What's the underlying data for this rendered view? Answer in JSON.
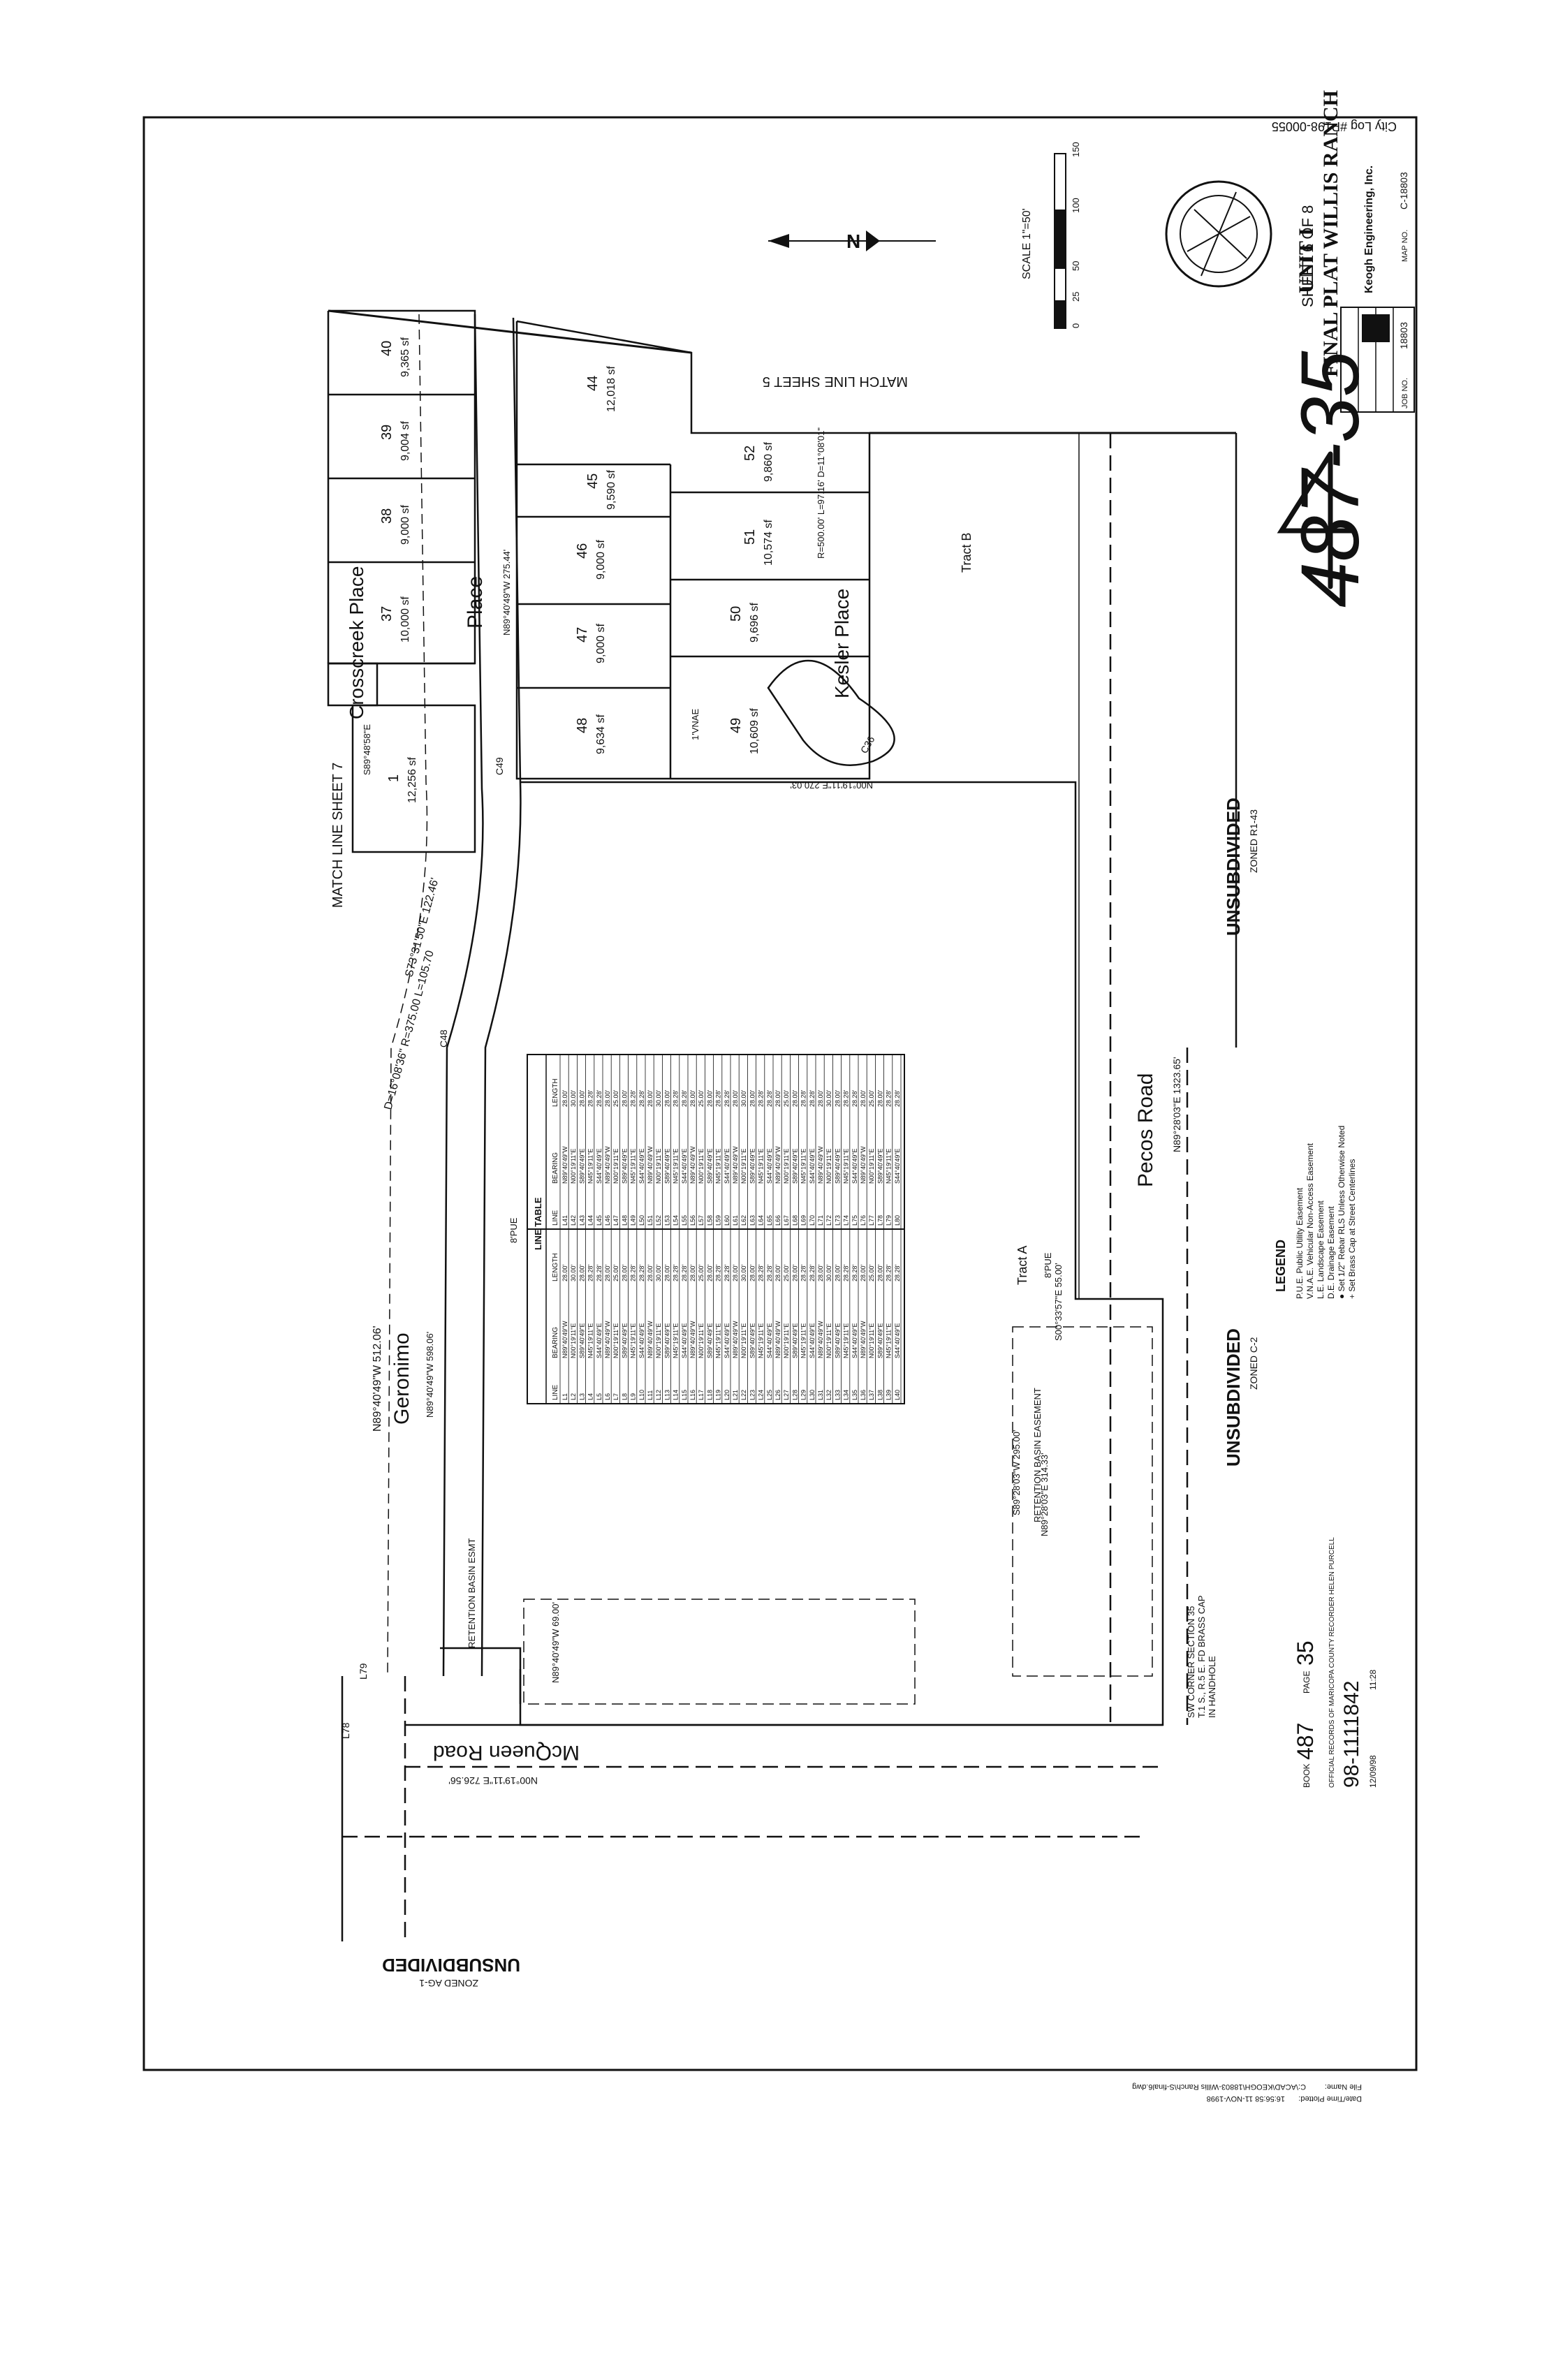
{
  "header": {
    "city_log": "City Log #P198-00055",
    "sheet_no": "SHEET 6 OF 8",
    "title": "FINAL PLAT WILLIS RANCH",
    "unit": "UNIT I",
    "firm": "Keogh Engineering, Inc.",
    "job_no_label": "JOB NO.",
    "job_no": "18803",
    "map_no_label": "MAP NO.",
    "map_no": "C-18803"
  },
  "scale": {
    "label": "SCALE 1\"=50'",
    "ticks": [
      "0",
      "25",
      "50",
      "100",
      "150"
    ],
    "north": "N"
  },
  "handwritten_book_page": "487-35",
  "streets": {
    "geronimo": "Geronimo",
    "geronimo_place": "Place",
    "crosscreek_place": "Crosscreek Place",
    "kesler_place": "Kesler Place",
    "pecos_road": "Pecos Road",
    "mcqueen_road": "McQueen Road"
  },
  "match_lines": {
    "sheet7": "MATCH LINE SHEET 7",
    "sheet5": "MATCH LINE SHEET 5"
  },
  "tracts": {
    "a": "Tract A",
    "b": "Tract B"
  },
  "zoning": [
    {
      "label": "UNSUBDIVIDED",
      "zone": "ZONED R1-43"
    },
    {
      "label": "UNSUBDIVIDED",
      "zone": "ZONED C-2"
    },
    {
      "label": "UNSUBDIVIDED",
      "zone": "ZONED AG-1"
    }
  ],
  "lots": [
    {
      "no": "1",
      "area": "12,256 sf"
    },
    {
      "no": "37",
      "area": "10,000 sf"
    },
    {
      "no": "38",
      "area": "9,000 sf"
    },
    {
      "no": "39",
      "area": "9,004 sf"
    },
    {
      "no": "40",
      "area": "9,365 sf"
    },
    {
      "no": "44",
      "area": "12,018 sf"
    },
    {
      "no": "45",
      "area": "9,590 sf"
    },
    {
      "no": "46",
      "area": "9,000 sf"
    },
    {
      "no": "47",
      "area": "9,000 sf"
    },
    {
      "no": "48",
      "area": "9,634 sf"
    },
    {
      "no": "49",
      "area": "10,609 sf"
    },
    {
      "no": "50",
      "area": "9,696 sf"
    },
    {
      "no": "51",
      "area": "10,574 sf"
    },
    {
      "no": "52",
      "area": "9,860 sf"
    }
  ],
  "bearings": {
    "geronimo_north": "N89°40'49\"W 512.06'",
    "geronimo_south": "N89°40'49\"W 598.06'",
    "place_line": "N89°40'49\"W 275.44'",
    "curve_geronimo": "D=16°08'36\" R=375.00 L=105.70",
    "tangent": "S73°31'50\"E 122.46'",
    "pecos": "N89°28'03\"E 1323.65'",
    "mcqueen": "N00°19'11\"E 726.56'",
    "lot_1": "S89°48'58\"E",
    "retention_1": "N89°28'03\"E 314.33'",
    "retention_2": "S89°28'03\"W 295.00'",
    "retention_3": "S00°33'57\"E 55.00'",
    "retention_4": "N89°40'49\"W 69.00'",
    "east_line": "N00°19'11\"E 270.03'",
    "kesler_curve": "R=500.00' L=97.16' D=11°08'01\""
  },
  "easements": {
    "retention_basin": "RETENTION BASIN EASEMENT",
    "retention_basin_esmt": "RETENTION BASIN ESMT",
    "pue": "8'PUE",
    "vnae": "1'VNAE"
  },
  "line_table": {
    "title": "LINE TABLE",
    "headers": [
      "LINE",
      "BEARING",
      "LENGTH"
    ],
    "left": [
      [
        "L1",
        "N89°40'49\"W",
        "28.00'"
      ],
      [
        "L2",
        "N00°19'11\"E",
        "30.00'"
      ],
      [
        "L3",
        "S89°40'49\"E",
        "28.00'"
      ],
      [
        "L4",
        "N45°19'11\"E",
        "28.28'"
      ],
      [
        "L5",
        "S44°40'49\"E",
        "28.28'"
      ],
      [
        "L6",
        "N89°40'49\"W",
        "28.00'"
      ],
      [
        "L7",
        "N00°19'11\"E",
        "25.00'"
      ],
      [
        "L8",
        "S89°40'49\"E",
        "28.00'"
      ],
      [
        "L9",
        "N45°19'11\"E",
        "28.28'"
      ],
      [
        "L10",
        "S44°40'49\"E",
        "28.28'"
      ],
      [
        "L11",
        "N89°40'49\"W",
        "28.00'"
      ],
      [
        "L12",
        "N00°19'11\"E",
        "30.00'"
      ],
      [
        "L13",
        "S89°40'49\"E",
        "28.00'"
      ],
      [
        "L14",
        "N45°19'11\"E",
        "28.28'"
      ],
      [
        "L15",
        "S44°40'49\"E",
        "28.28'"
      ],
      [
        "L16",
        "N89°40'49\"W",
        "28.00'"
      ],
      [
        "L17",
        "N00°19'11\"E",
        "25.00'"
      ],
      [
        "L18",
        "S89°40'49\"E",
        "28.00'"
      ],
      [
        "L19",
        "N45°19'11\"E",
        "28.28'"
      ],
      [
        "L20",
        "S44°40'49\"E",
        "28.28'"
      ],
      [
        "L21",
        "N89°40'49\"W",
        "28.00'"
      ],
      [
        "L22",
        "N00°19'11\"E",
        "30.00'"
      ],
      [
        "L23",
        "S89°40'49\"E",
        "28.00'"
      ],
      [
        "L24",
        "N45°19'11\"E",
        "28.28'"
      ],
      [
        "L25",
        "S44°40'49\"E",
        "28.28'"
      ],
      [
        "L26",
        "N89°40'49\"W",
        "28.00'"
      ],
      [
        "L27",
        "N00°19'11\"E",
        "25.00'"
      ],
      [
        "L28",
        "S89°40'49\"E",
        "28.00'"
      ],
      [
        "L29",
        "N45°19'11\"E",
        "28.28'"
      ],
      [
        "L30",
        "S44°40'49\"E",
        "28.28'"
      ],
      [
        "L31",
        "N89°40'49\"W",
        "28.00'"
      ],
      [
        "L32",
        "N00°19'11\"E",
        "30.00'"
      ],
      [
        "L33",
        "S89°40'49\"E",
        "28.00'"
      ],
      [
        "L34",
        "N45°19'11\"E",
        "28.28'"
      ],
      [
        "L35",
        "S44°40'49\"E",
        "28.28'"
      ],
      [
        "L36",
        "N89°40'49\"W",
        "28.00'"
      ],
      [
        "L37",
        "N00°19'11\"E",
        "25.00'"
      ],
      [
        "L38",
        "S89°40'49\"E",
        "28.00'"
      ],
      [
        "L39",
        "N45°19'11\"E",
        "28.28'"
      ],
      [
        "L40",
        "S44°40'49\"E",
        "28.28'"
      ]
    ],
    "right": [
      [
        "L41",
        "N89°40'49\"W",
        "28.00'"
      ],
      [
        "L42",
        "N00°19'11\"E",
        "30.00'"
      ],
      [
        "L43",
        "S89°40'49\"E",
        "28.00'"
      ],
      [
        "L44",
        "N45°19'11\"E",
        "28.28'"
      ],
      [
        "L45",
        "S44°40'49\"E",
        "28.28'"
      ],
      [
        "L46",
        "N89°40'49\"W",
        "28.00'"
      ],
      [
        "L47",
        "N00°19'11\"E",
        "25.00'"
      ],
      [
        "L48",
        "S89°40'49\"E",
        "28.00'"
      ],
      [
        "L49",
        "N45°19'11\"E",
        "28.28'"
      ],
      [
        "L50",
        "S44°40'49\"E",
        "28.28'"
      ],
      [
        "L51",
        "N89°40'49\"W",
        "28.00'"
      ],
      [
        "L52",
        "N00°19'11\"E",
        "30.00'"
      ],
      [
        "L53",
        "S89°40'49\"E",
        "28.00'"
      ],
      [
        "L54",
        "N45°19'11\"E",
        "28.28'"
      ],
      [
        "L55",
        "S44°40'49\"E",
        "28.28'"
      ],
      [
        "L56",
        "N89°40'49\"W",
        "28.00'"
      ],
      [
        "L57",
        "N00°19'11\"E",
        "25.00'"
      ],
      [
        "L58",
        "S89°40'49\"E",
        "28.00'"
      ],
      [
        "L59",
        "N45°19'11\"E",
        "28.28'"
      ],
      [
        "L60",
        "S44°40'49\"E",
        "28.28'"
      ],
      [
        "L61",
        "N89°40'49\"W",
        "28.00'"
      ],
      [
        "L62",
        "N00°19'11\"E",
        "30.00'"
      ],
      [
        "L63",
        "S89°40'49\"E",
        "28.00'"
      ],
      [
        "L64",
        "N45°19'11\"E",
        "28.28'"
      ],
      [
        "L65",
        "S44°40'49\"E",
        "28.28'"
      ],
      [
        "L66",
        "N89°40'49\"W",
        "28.00'"
      ],
      [
        "L67",
        "N00°19'11\"E",
        "25.00'"
      ],
      [
        "L68",
        "S89°40'49\"E",
        "28.00'"
      ],
      [
        "L69",
        "N45°19'11\"E",
        "28.28'"
      ],
      [
        "L70",
        "S44°40'49\"E",
        "28.28'"
      ],
      [
        "L71",
        "N89°40'49\"W",
        "28.00'"
      ],
      [
        "L72",
        "N00°19'11\"E",
        "30.00'"
      ],
      [
        "L73",
        "S89°40'49\"E",
        "28.00'"
      ],
      [
        "L74",
        "N45°19'11\"E",
        "28.28'"
      ],
      [
        "L75",
        "S44°40'49\"E",
        "28.28'"
      ],
      [
        "L76",
        "N89°40'49\"W",
        "28.00'"
      ],
      [
        "L77",
        "N00°19'11\"E",
        "25.00'"
      ],
      [
        "L78",
        "S89°40'49\"E",
        "28.00'"
      ],
      [
        "L79",
        "N45°19'11\"E",
        "28.28'"
      ],
      [
        "L80",
        "S44°40'49\"E",
        "28.28'"
      ]
    ]
  },
  "legend": {
    "title": "LEGEND",
    "items": [
      "P.U.E. Public Utility Easement",
      "V.N.A.E. Vehicular Non-Access Easement",
      "L.E. Landscape Easement",
      "D.E. Drainage Easement",
      "● Set 1/2\" Rebar RLS Unless Otherwise Noted",
      "+ Set Brass Cap at Street Centerlines"
    ]
  },
  "corner": {
    "text": "SW CORNER SECTION 35",
    "sub": "T.1 S., R.5 E. FD BRASS CAP",
    "sub2": "IN HANDHOLE"
  },
  "recording": {
    "book_label": "BOOK",
    "book": "487",
    "page_label": "PAGE",
    "page": "35",
    "office": "OFFICIAL RECORDS OF MARICOPA COUNTY RECORDER HELEN PURCELL",
    "number": "98-1111842",
    "date": "12/09/98",
    "time": "11:28"
  },
  "file_info": {
    "file_label": "File Name:",
    "file_name": "C:\\ACAD\\KEOGH\\18803-Willis Ranch\\S-final6.dwg",
    "date_label": "Date/Time Plotted:",
    "date_time": "16:56:58 11-NOV-1998"
  },
  "labels": {
    "curve_c48": "C48",
    "curve_c49": "C49",
    "curve_c36": "C36",
    "l78": "L78",
    "l79": "L79"
  }
}
